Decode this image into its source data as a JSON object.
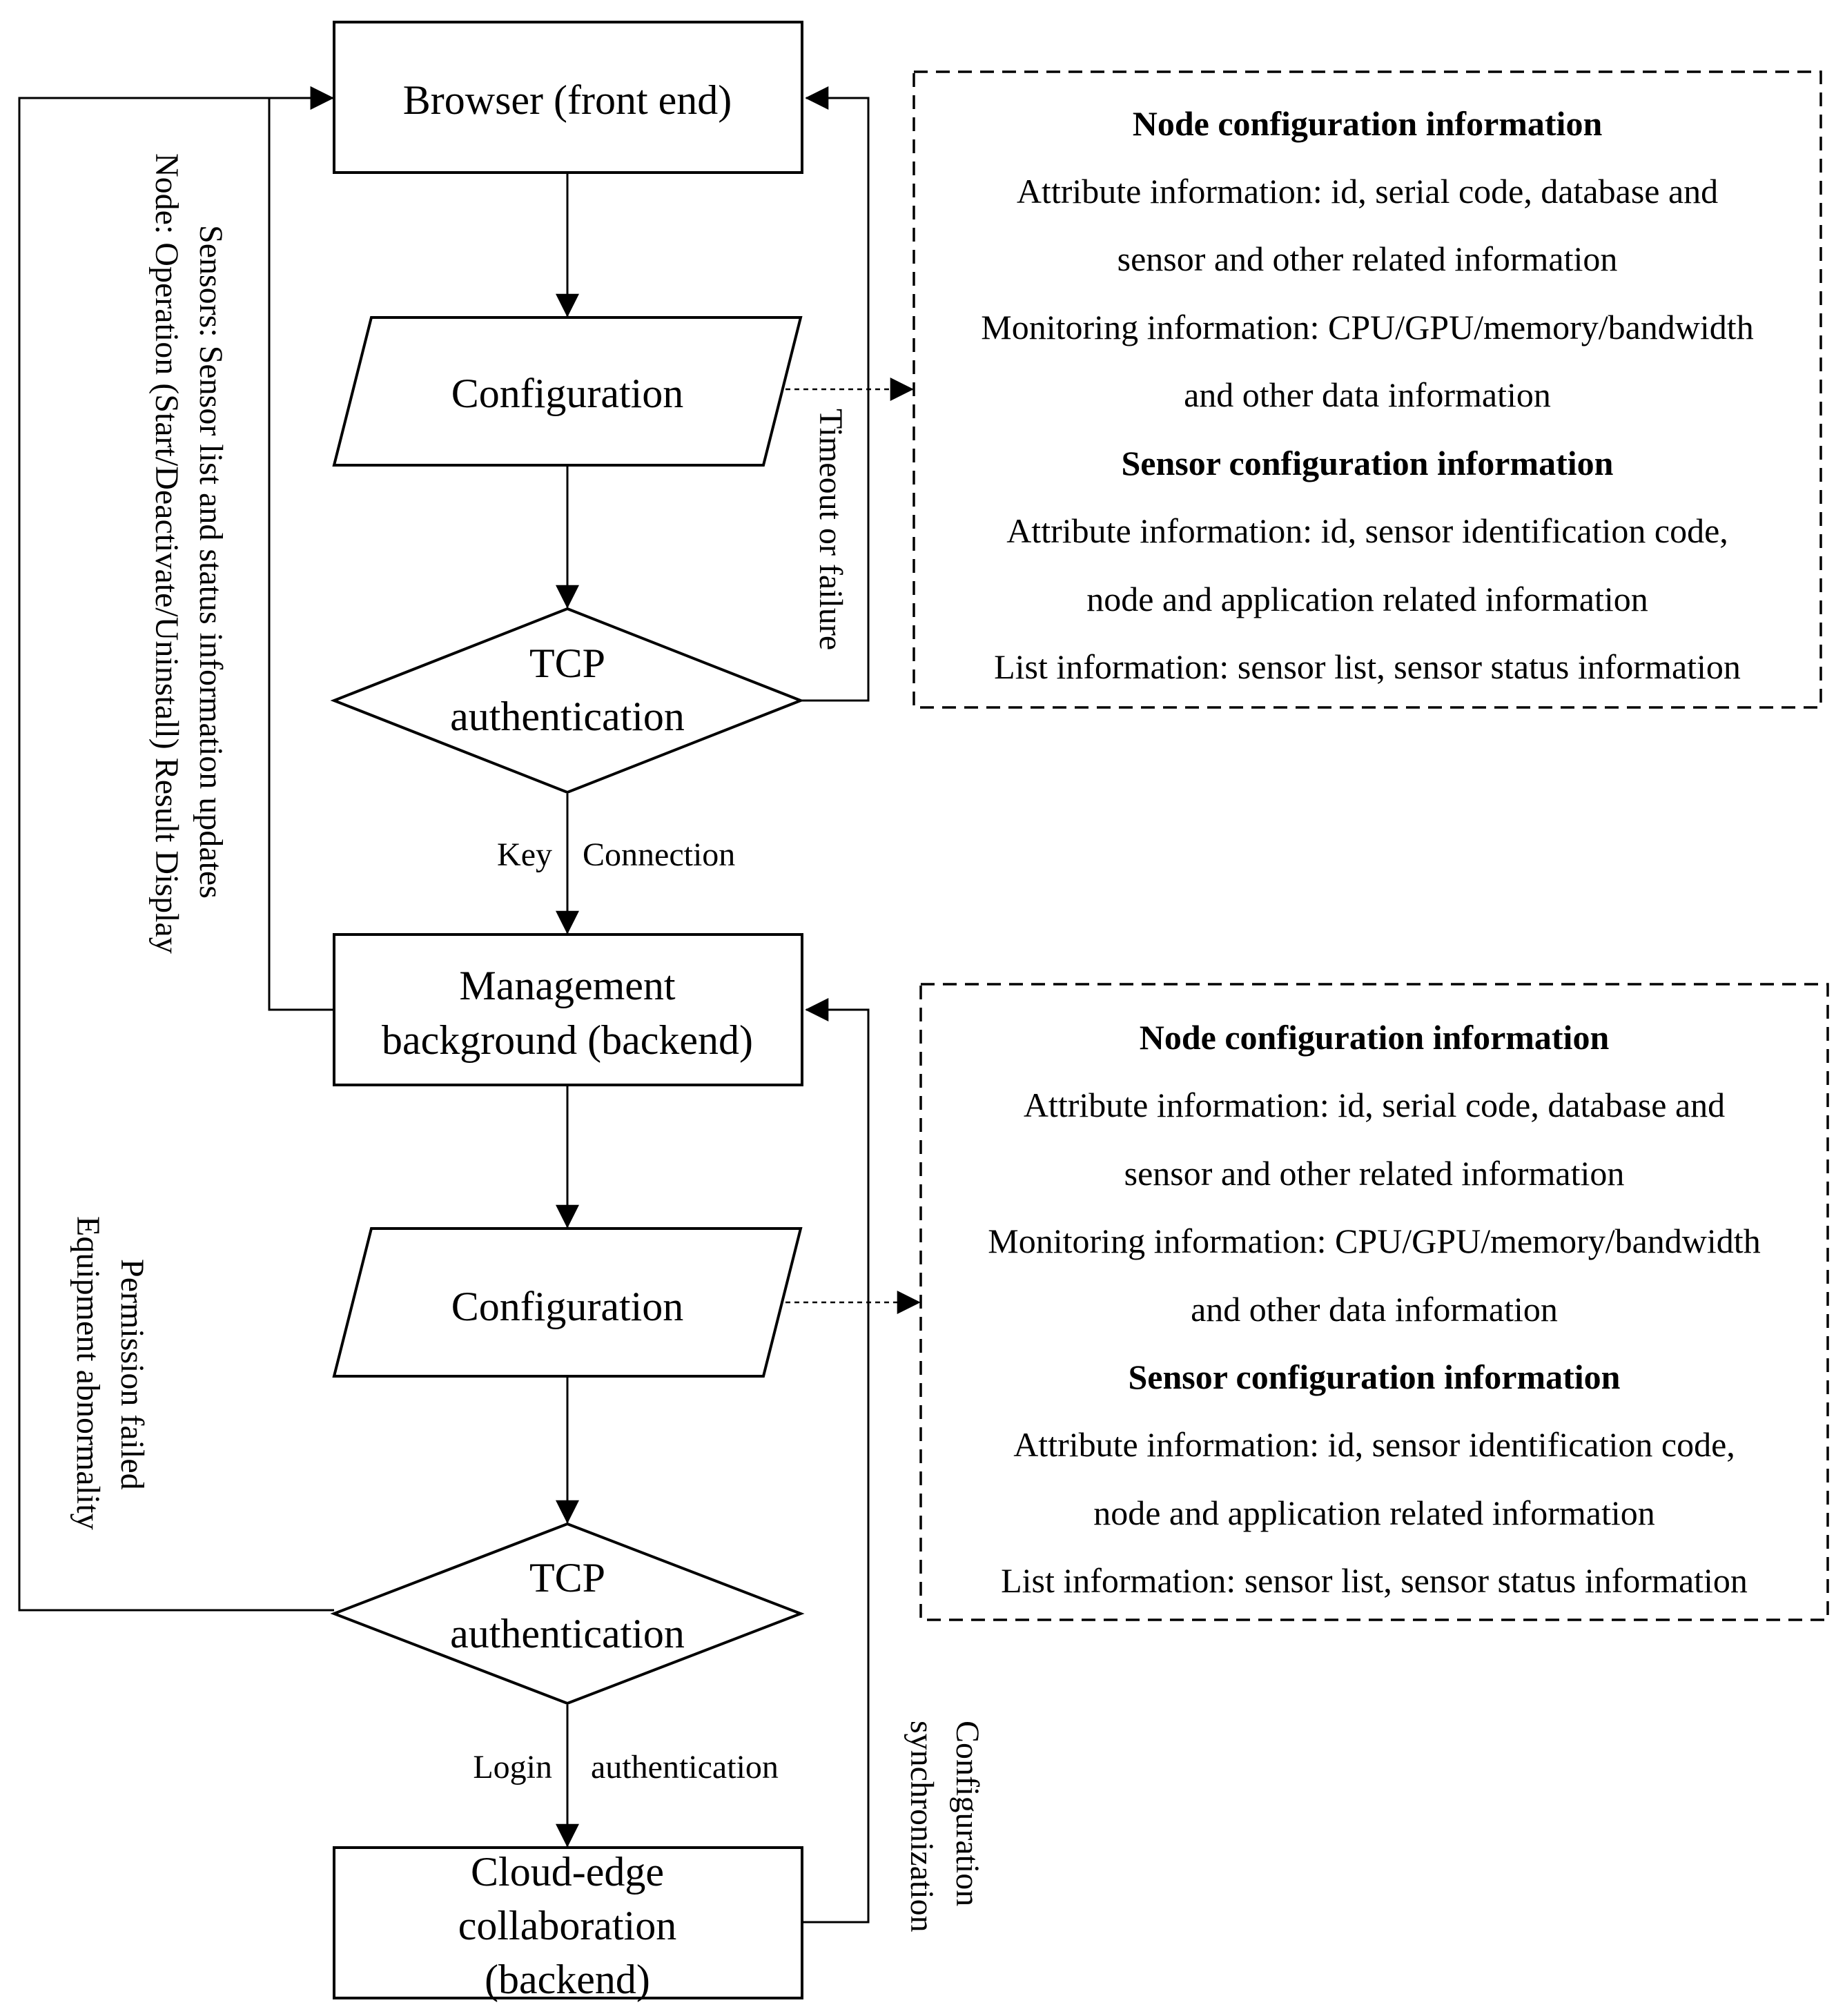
{
  "nodes": {
    "browser": "Browser (front end)",
    "config_top": "Configuration",
    "tcp_top": [
      "TCP",
      "authentication"
    ],
    "management": [
      "Management",
      "background (backend)"
    ],
    "config_bottom": "Configuration",
    "tcp_bottom": [
      "TCP",
      "authentication"
    ],
    "cloud_edge": [
      "Cloud-edge",
      "collaboration",
      "(backend)"
    ]
  },
  "edges": {
    "key": "Key",
    "connection": "Connection",
    "login": "Login",
    "authentication": "authentication",
    "timeout": "Timeout or failure",
    "config_sync": [
      "Configuration",
      "synchronization"
    ],
    "sensors_feedback": [
      "Sensors: Sensor list and status information updates",
      "Node: Operation (Start/Deactivate/Uninstall) Result Display"
    ],
    "permission_feedback": [
      "Permission failed",
      "Equipment abnormality"
    ]
  },
  "info_boxes": [
    {
      "node_heading": "Node configuration information",
      "lines_a": [
        "Attribute information: id, serial code, database and",
        "sensor and other related information",
        "Monitoring information: CPU/GPU/memory/bandwidth",
        "and other data information"
      ],
      "sensor_heading": "Sensor configuration information",
      "lines_b": [
        "Attribute information: id, sensor identification code,",
        "node and application related information",
        "List information: sensor list, sensor status information"
      ]
    },
    {
      "node_heading": "Node configuration information",
      "lines_a": [
        "Attribute information: id, serial code, database and",
        "sensor and other related information",
        "Monitoring information: CPU/GPU/memory/bandwidth",
        "and other data information"
      ],
      "sensor_heading": "Sensor configuration information",
      "lines_b": [
        "Attribute information: id, sensor identification code,",
        "node and application related information",
        "List information: sensor list, sensor status information"
      ]
    }
  ]
}
